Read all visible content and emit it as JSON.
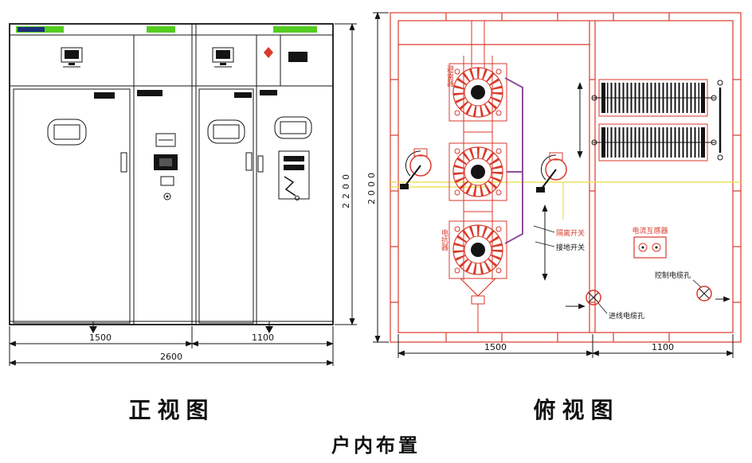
{
  "colors": {
    "red": "#d93a2b",
    "green": "#54cc20",
    "yellow": "#efe45f",
    "purple": "#8f4d9e",
    "navy": "#1b2f7e",
    "ink": "#141414"
  },
  "labels": {
    "title": "户内布置",
    "front_view": "正视图",
    "top_view": "俯视图"
  },
  "front_view": {
    "dims": {
      "left_width": "1500",
      "right_width": "1100",
      "total_width": "2600",
      "height": "2200"
    }
  },
  "top_view": {
    "dims": {
      "left_width": "1500",
      "right_width": "1100",
      "depth": "2000"
    },
    "annotations": {
      "arrester": "避雷器",
      "reactor": "电抗器",
      "disconnector": "隔离开关",
      "earth_switch": "接地开关",
      "current_transformer": "电流互感器",
      "control_cable_hole": "控制电缆孔",
      "incoming_cable_hole": "进线电缆孔"
    }
  }
}
